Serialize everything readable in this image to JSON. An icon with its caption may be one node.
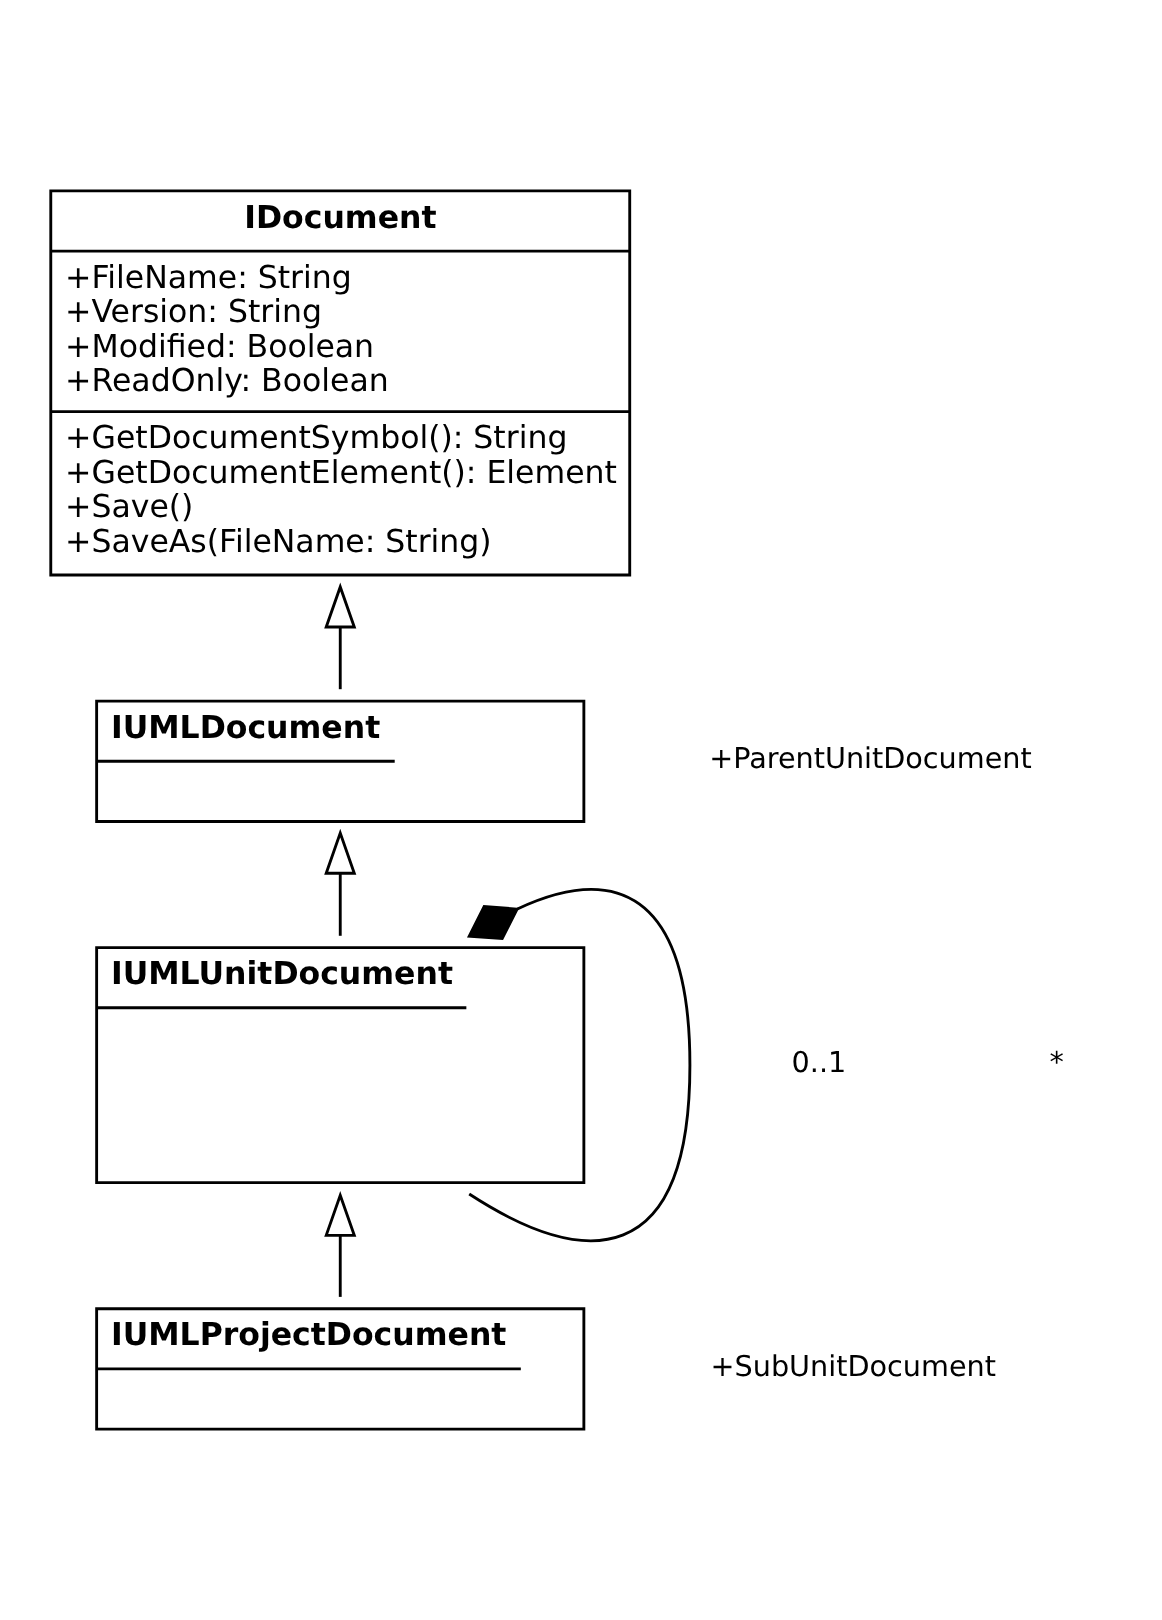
{
  "diagram": {
    "nodes": [
      {
        "text": [
          "IDocument",
          "+FileName: String",
          "+Version: String",
          "+Modified: Boolean",
          "+ReadOnly: Boolean",
          "+GetDocumentSymbol(): String",
          "+GetDocumentElement(): Element",
          "+Save()",
          "+SaveAs(FileName: String)"
        ]
      },
      {
        "text": [
          "IUMLDocument"
        ]
      },
      {
        "text": [
          "IUMLUnitDocument"
        ]
      },
      {
        "text": [
          "IUMLProjectDocument"
        ]
      }
    ],
    "edges": [
      {
        "from": 1,
        "to": 0,
        "arrow": "to"
      },
      {
        "from": 2,
        "to": 1,
        "arrow": "to"
      },
      {
        "from": 2,
        "to": 2,
        "arrow": "other"
      },
      {
        "from": 3,
        "to": 2,
        "arrow": "to"
      }
    ],
    "labels": [
      "+ParentUnitDocument",
      "0..1",
      "*",
      "+SubUnitDocument"
    ]
  }
}
